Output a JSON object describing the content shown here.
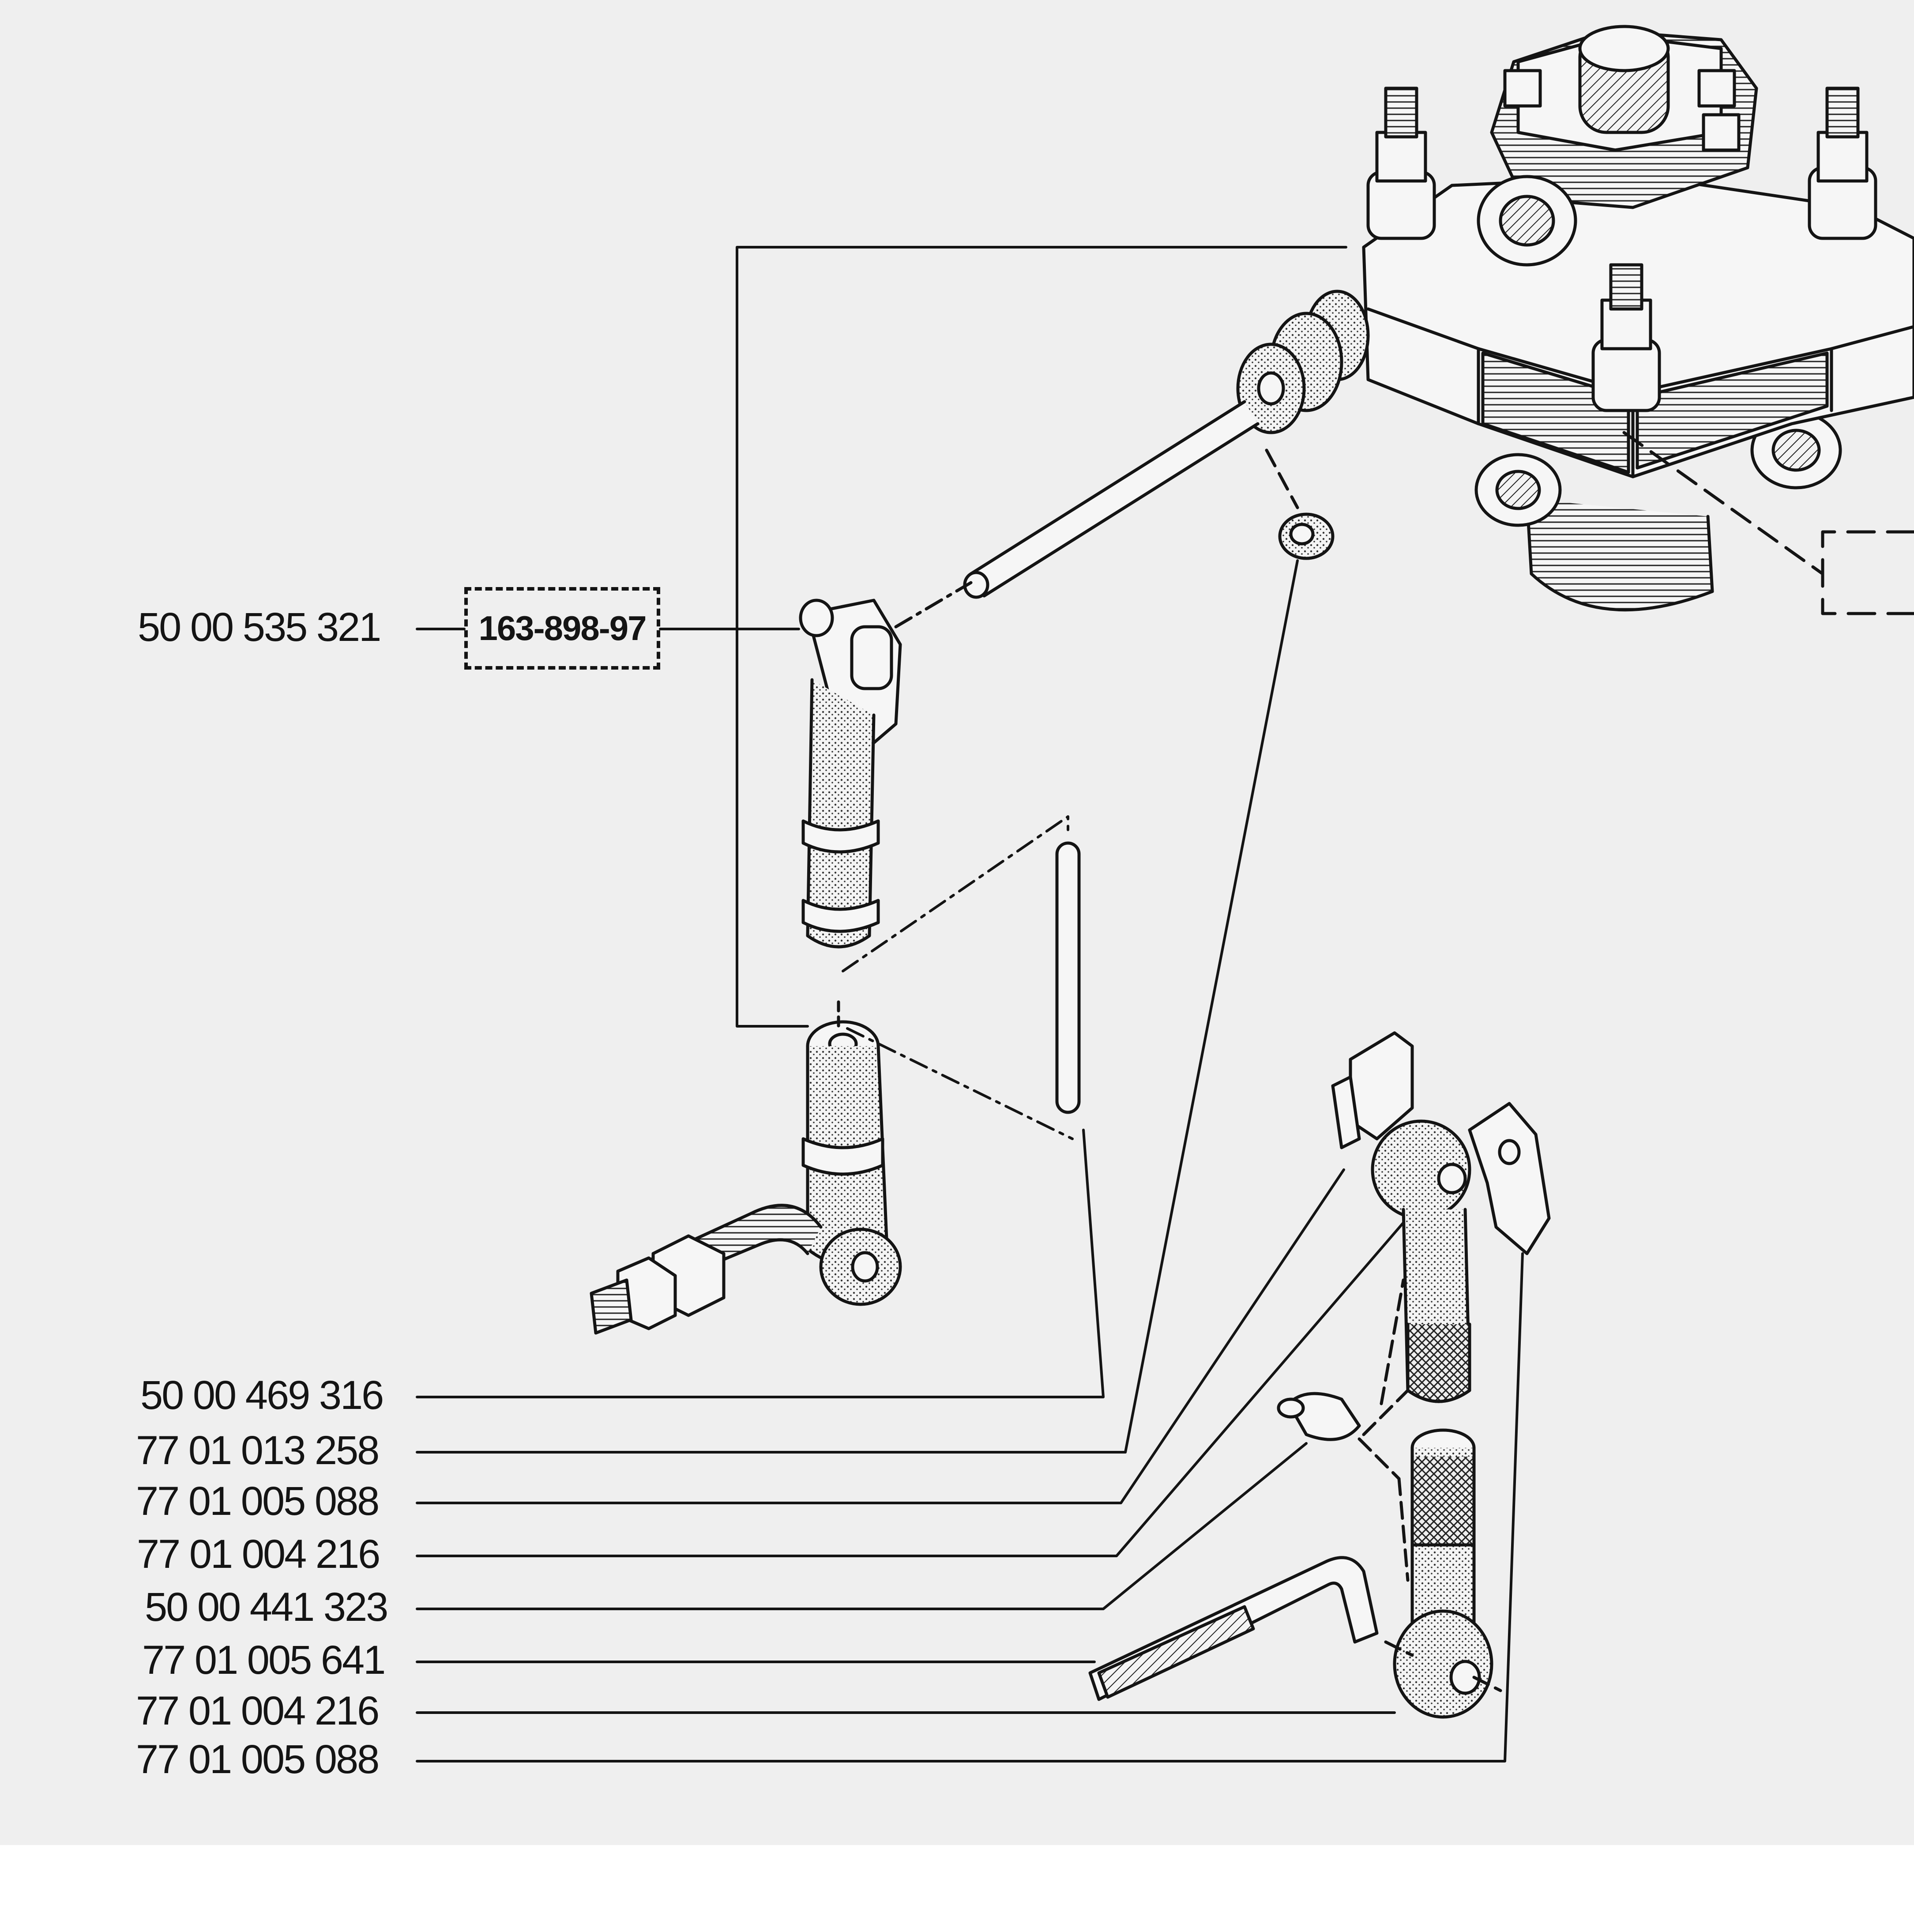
{
  "diagram": {
    "box_code": "163-898-97",
    "part_numbers": [
      "50 00 535 321",
      "50 00 469 316",
      "77 01 013 258",
      "77 01 005 088",
      "77 01 004 216",
      "50 00 441 323",
      "77 01 005 641",
      "77 01 004 216",
      "77 01 005 088"
    ]
  },
  "colors": {
    "paper": "#efefef",
    "ink": "#141414"
  }
}
